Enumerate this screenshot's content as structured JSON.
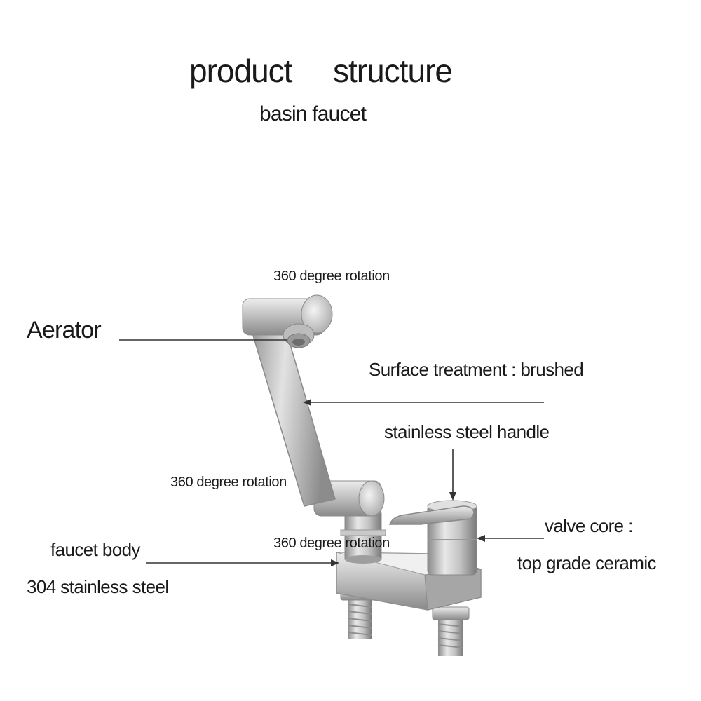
{
  "title": {
    "word1": "product",
    "word2": "structure"
  },
  "subtitle": "basin faucet",
  "labels": {
    "rotation_top": "360  degree rotation",
    "aerator": "Aerator",
    "surface_treatment": "Surface  treatment : brushed",
    "handle": "stainless steel  handle",
    "rotation_mid": "360 degree rotation",
    "rotation_low": "360 degree  rotation",
    "valve_core": "valve  core :",
    "valve_core_detail": "top grade ceramic",
    "faucet_body": "faucet body",
    "body_material": "304 stainless  steel"
  },
  "colors": {
    "steel_light": "#e6e6e6",
    "steel_mid": "#b4b4b4",
    "steel_dark": "#7a7a7a",
    "line": "#333333"
  }
}
